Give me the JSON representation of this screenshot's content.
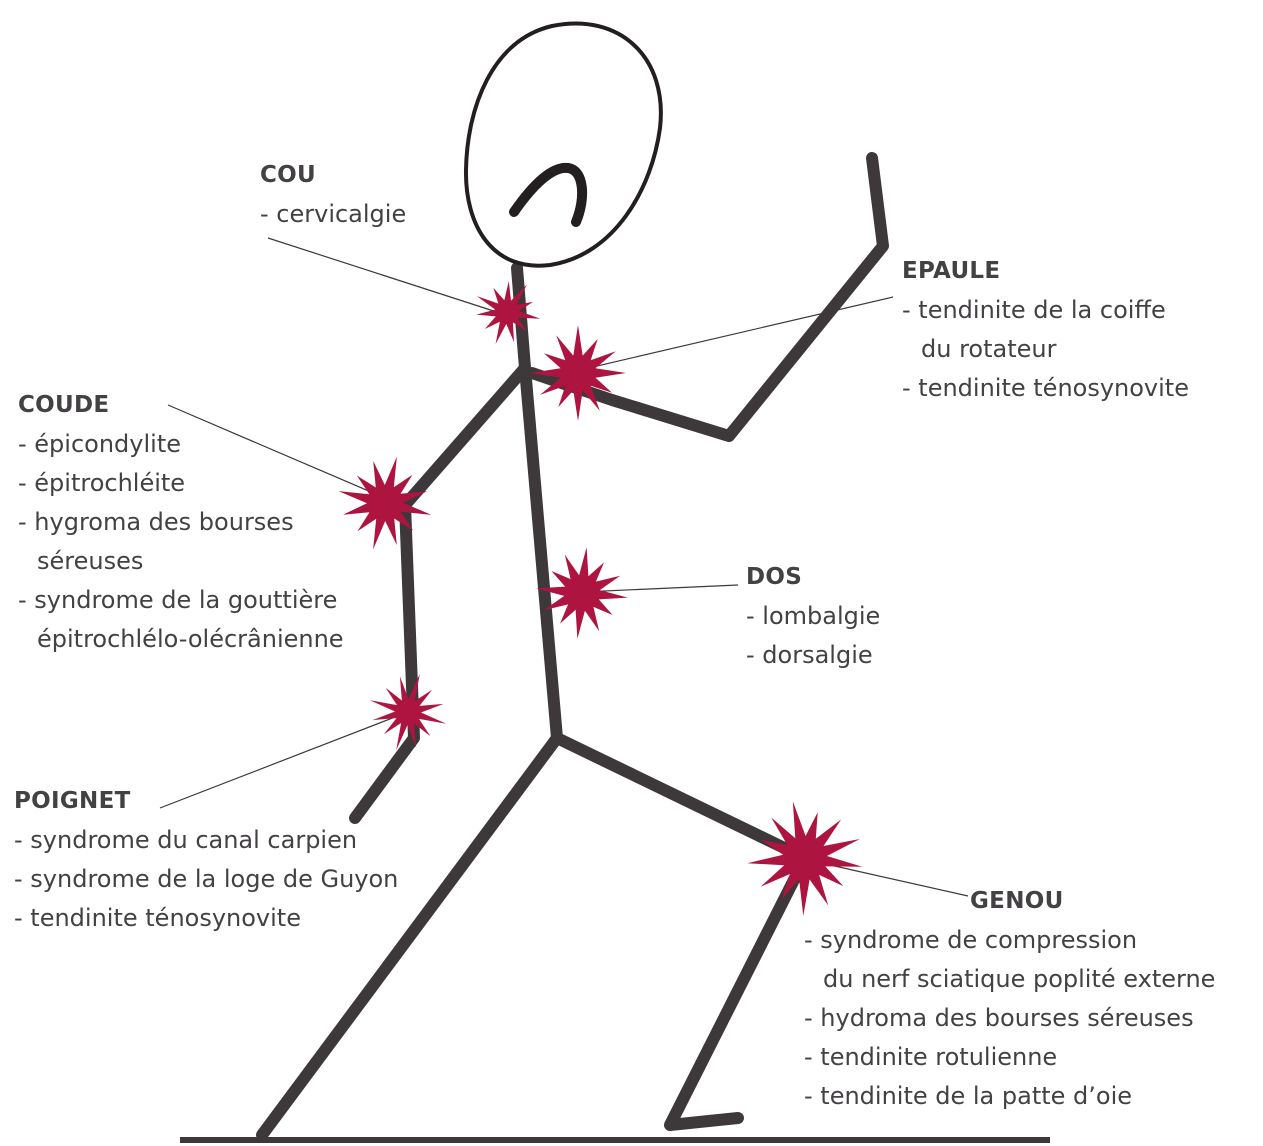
{
  "regions": {
    "cou": {
      "title": "COU",
      "items": [
        "- cervicalgie"
      ]
    },
    "epaule": {
      "title": "EPAULE",
      "items": [
        "- tendinite de la coiffe",
        "du rotateur",
        "- tendinite ténosynovite"
      ]
    },
    "coude": {
      "title": "COUDE",
      "items": [
        "- épicondylite",
        "- épitrochléite",
        "- hygroma des bourses",
        "séreuses",
        "- syndrome de la gouttière",
        "épitrochlélo-olécrânienne"
      ]
    },
    "dos": {
      "title": "DOS",
      "items": [
        "- lombalgie",
        "- dorsalgie"
      ]
    },
    "poignet": {
      "title": "POIGNET",
      "items": [
        "- syndrome du canal carpien",
        "- syndrome de la loge de Guyon",
        "- tendinite ténosynovite"
      ]
    },
    "genou": {
      "title": "GENOU",
      "items": [
        "- syndrome de compression",
        "du nerf sciatique poplité externe",
        "- hydroma des bourses séreuses",
        "- tendinite rotulienne",
        "- tendinite de la patte d’oie"
      ]
    }
  },
  "colors": {
    "pain_burst": "#ad143f",
    "stick_figure": "#3d3839",
    "text": "#444144"
  }
}
